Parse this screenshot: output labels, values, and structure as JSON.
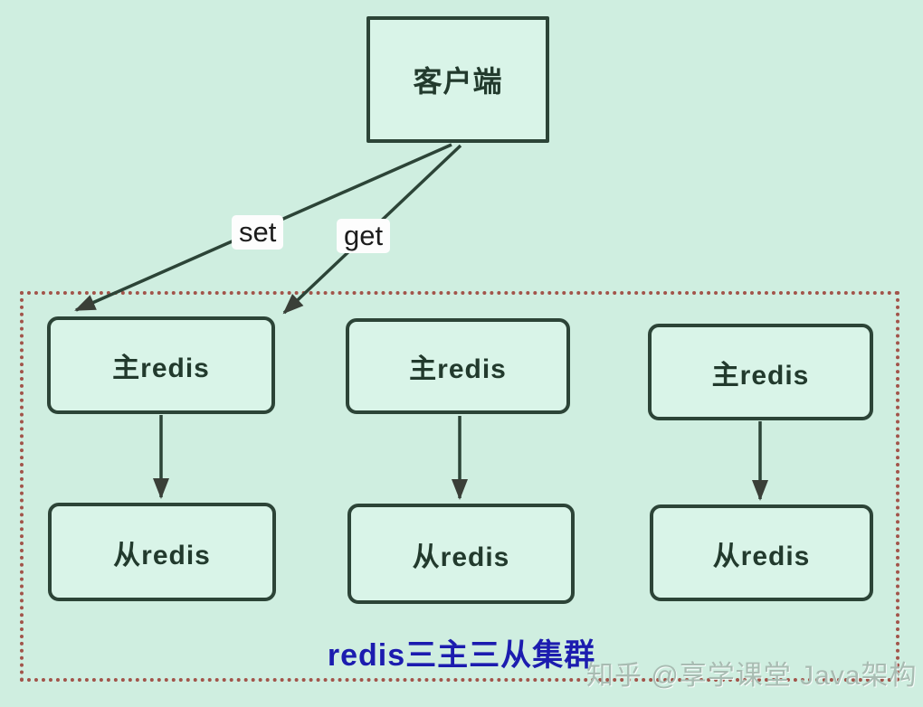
{
  "diagram": {
    "client": {
      "label": "客户端"
    },
    "edges": {
      "set_label": "set",
      "get_label": "get"
    },
    "cluster": {
      "title": "redis三主三从集群",
      "masters": [
        {
          "label": "主redis"
        },
        {
          "label": "主redis"
        },
        {
          "label": "主redis"
        }
      ],
      "slaves": [
        {
          "label": "从redis"
        },
        {
          "label": "从redis"
        },
        {
          "label": "从redis"
        }
      ]
    },
    "watermark": "知乎 @享学课堂 Java架构",
    "colors": {
      "background": "#cfeee0",
      "box_fill": "#d9f4e8",
      "box_border": "#2c4437",
      "arrow": "#2c4437",
      "arrowhead": "#3a3f38",
      "dotted_border": "#a2544a",
      "title_blue": "#1c1caf",
      "watermark_gray": "#a8bcb2"
    }
  }
}
